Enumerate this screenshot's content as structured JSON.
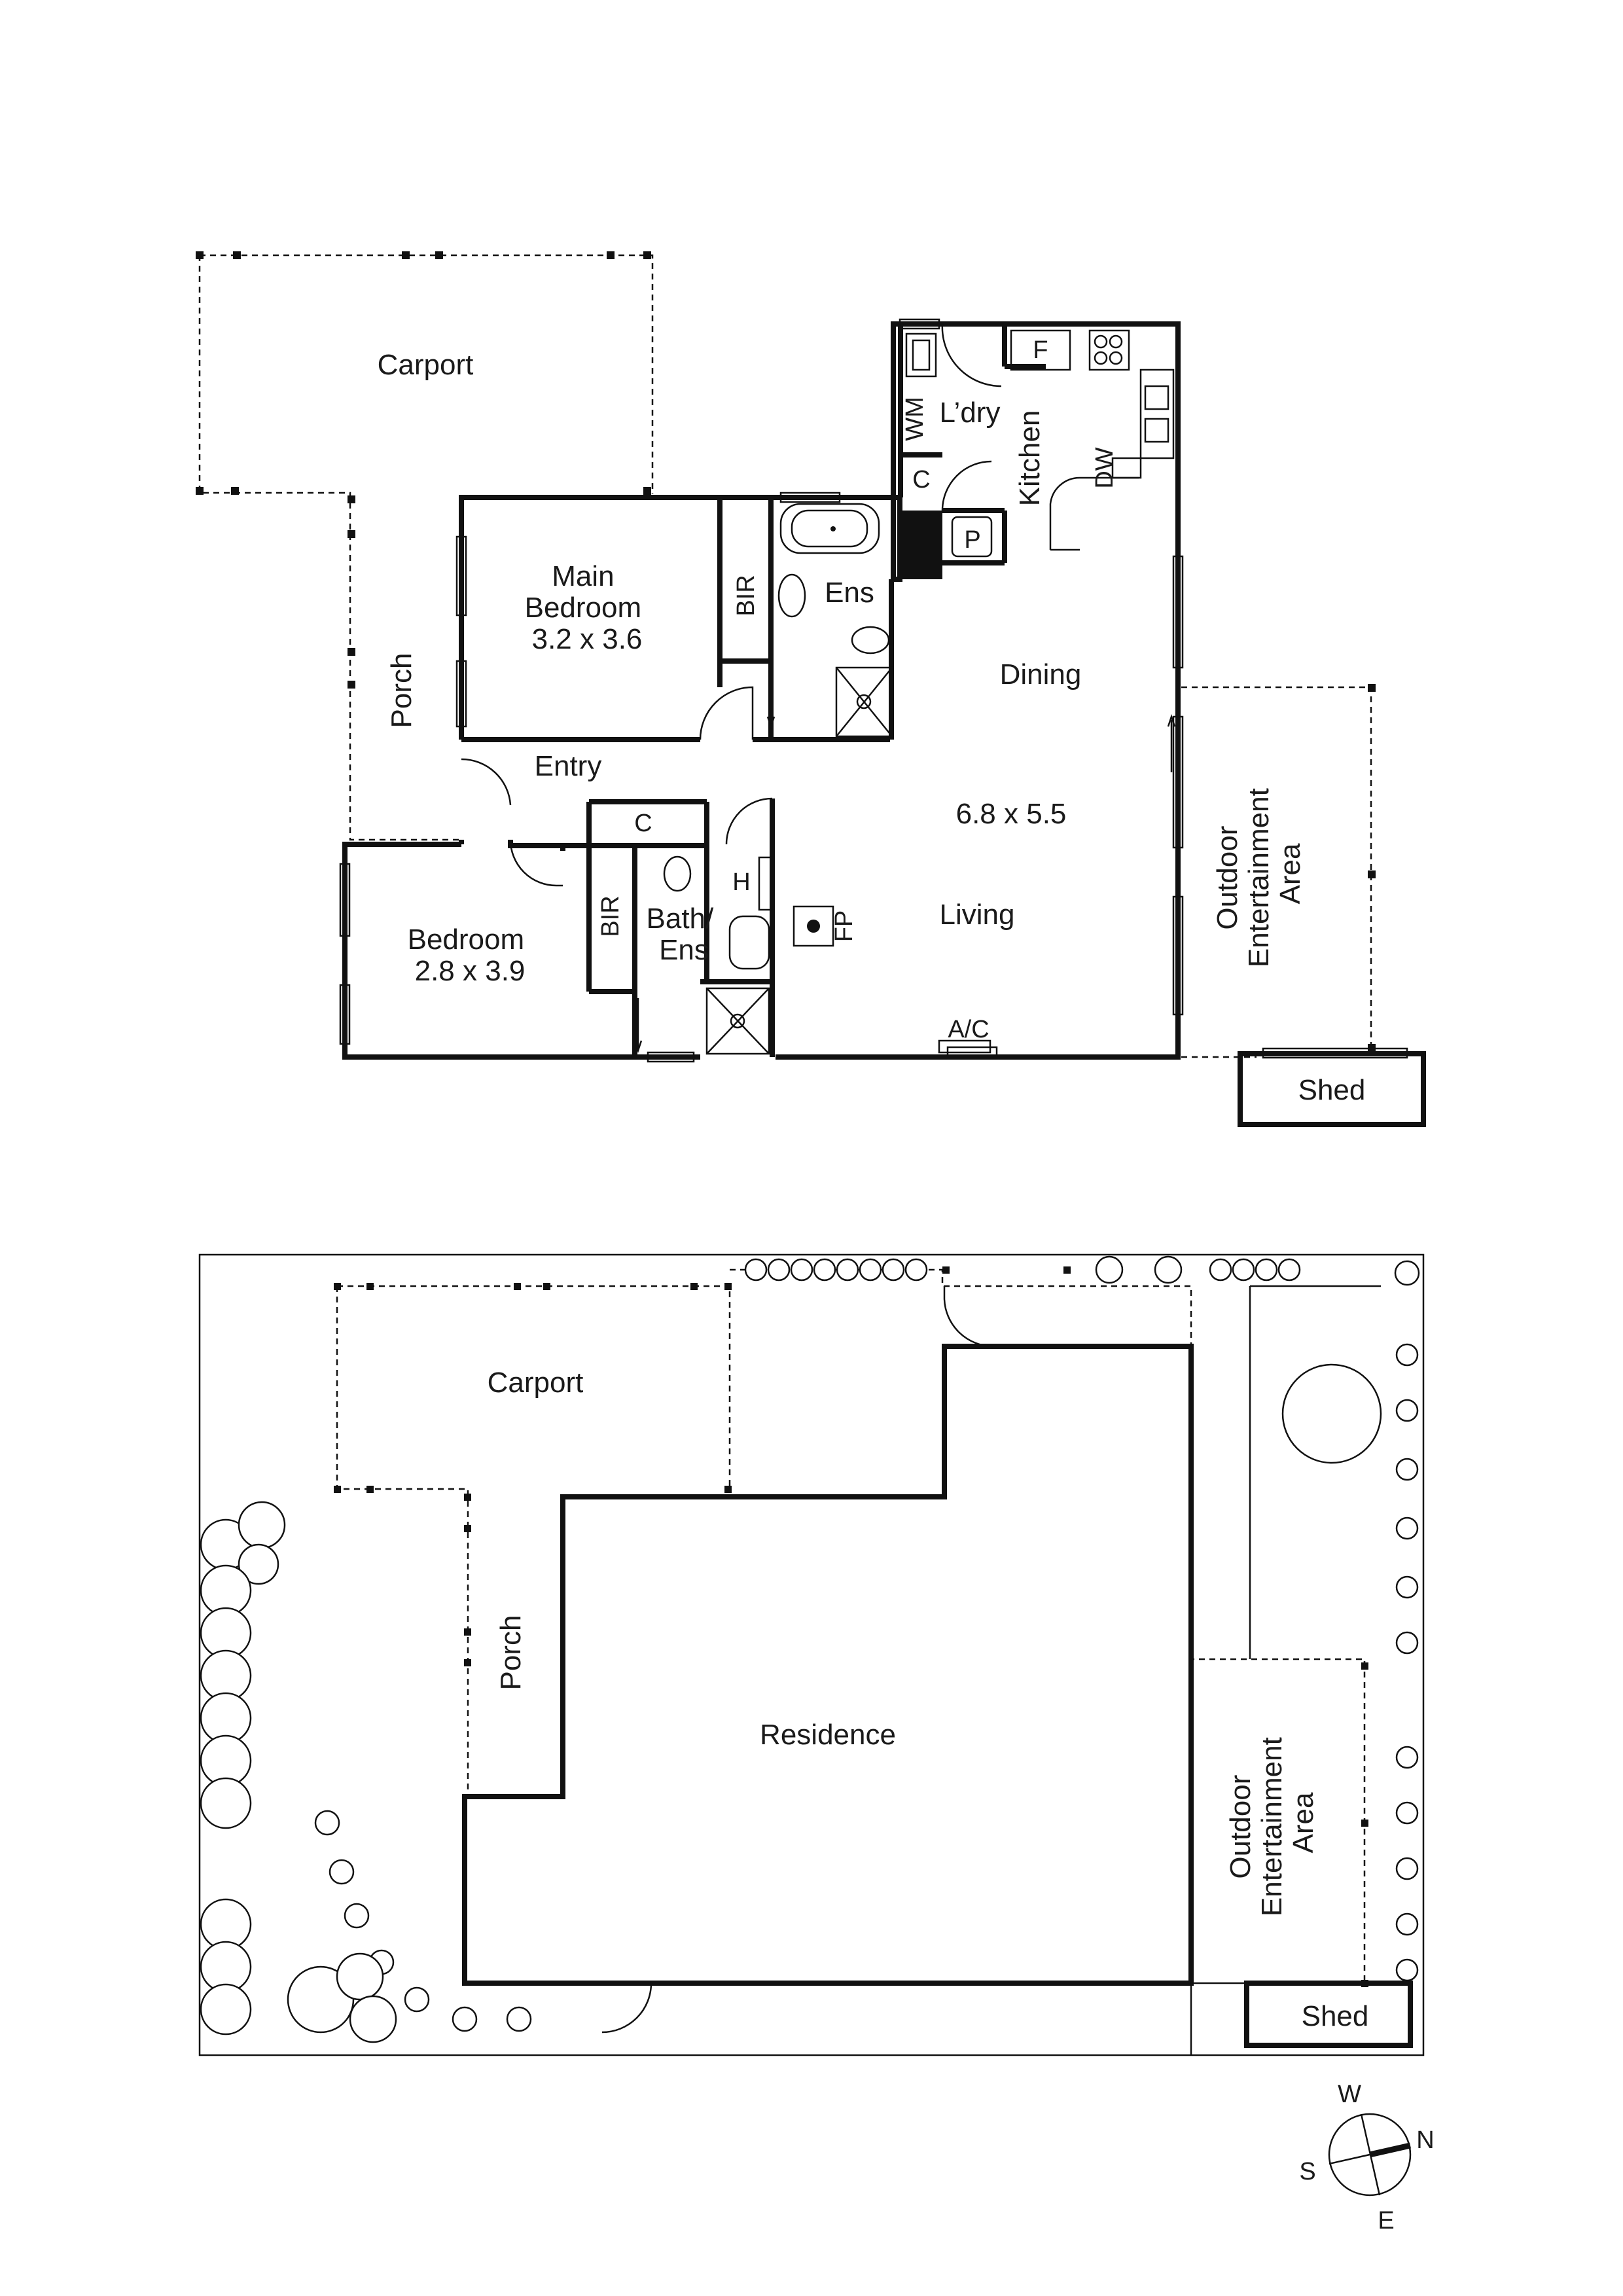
{
  "floor_plan": {
    "carport": "Carport",
    "main_bedroom": "Main\nBedroom\n3.2 x 3.6",
    "bir_main": "BIR",
    "ens": "Ens",
    "wm": "WM",
    "laundry": "L’dry",
    "cupboard_laundry": "C",
    "fridge": "F",
    "kitchen": "Kitchen",
    "dw": "DW",
    "pantry": "P",
    "dining": "Dining",
    "porch": "Porch",
    "entry": "Entry",
    "cupboard_hall": "C",
    "bedroom": "Bedroom\n2.8 x 3.9",
    "bir_bed": "BIR",
    "bath_ens": "Bath/\nEns",
    "h": "H",
    "fp": "FP",
    "living_dims": "6.8 x 5.5",
    "living": "Living",
    "ac": "A/C",
    "outdoor": "Outdoor\nEntertainment\nArea",
    "shed": "Shed"
  },
  "site_plan": {
    "carport": "Carport",
    "porch": "Porch",
    "residence": "Residence",
    "outdoor": "Outdoor\nEntertainment\nArea",
    "shed": "Shed"
  },
  "compass": {
    "w": "W",
    "n": "N",
    "s": "S",
    "e": "E"
  }
}
